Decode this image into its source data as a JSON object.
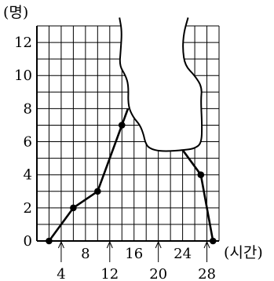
{
  "chart_data": {
    "type": "line",
    "title": "",
    "ylabel": "(명)",
    "xlabel": "(시간)",
    "xlim": [
      0,
      30
    ],
    "ylim": [
      0,
      13
    ],
    "grid": true,
    "y_ticks": [
      0,
      2,
      4,
      6,
      8,
      10,
      12
    ],
    "x_ticks_upper": [
      8,
      16,
      24
    ],
    "x_ticks_lower": [
      4,
      12,
      20,
      28
    ],
    "series": [
      {
        "segments": [
          [
            {
              "x": 2,
              "y": 0
            },
            {
              "x": 6,
              "y": 2
            },
            {
              "x": 10,
              "y": 3
            },
            {
              "x": 14,
              "y": 7
            },
            {
              "x": 15,
              "y": 8
            }
          ],
          [
            {
              "x": 24,
              "y": 5.5
            },
            {
              "x": 27,
              "y": 4
            },
            {
              "x": 29,
              "y": 0
            }
          ]
        ],
        "markers": [
          {
            "x": 2,
            "y": 0
          },
          {
            "x": 6,
            "y": 2
          },
          {
            "x": 10,
            "y": 3
          },
          {
            "x": 14,
            "y": 7
          },
          {
            "x": 27,
            "y": 4
          },
          {
            "x": 29,
            "y": 0
          }
        ]
      }
    ],
    "torn_region": {
      "left_edge": [
        {
          "x": 13.6,
          "y": 13.5
        },
        {
          "x": 14.0,
          "y": 12.7
        },
        {
          "x": 13.8,
          "y": 11.5
        },
        {
          "x": 13.6,
          "y": 10.6
        },
        {
          "x": 14.6,
          "y": 10.0
        },
        {
          "x": 15.1,
          "y": 9.4
        },
        {
          "x": 15.0,
          "y": 8.2
        },
        {
          "x": 15.8,
          "y": 7.5
        },
        {
          "x": 17.0,
          "y": 7.0
        },
        {
          "x": 17.6,
          "y": 6.4
        },
        {
          "x": 17.8,
          "y": 6.0
        },
        {
          "x": 18.4,
          "y": 5.6
        },
        {
          "x": 20.5,
          "y": 5.4
        },
        {
          "x": 24.5,
          "y": 5.5
        },
        {
          "x": 26.0,
          "y": 5.6
        },
        {
          "x": 27.1,
          "y": 5.9
        },
        {
          "x": 27.2,
          "y": 7.0
        },
        {
          "x": 27.0,
          "y": 8.5
        },
        {
          "x": 27.2,
          "y": 9.3
        },
        {
          "x": 26.0,
          "y": 10.0
        },
        {
          "x": 24.4,
          "y": 10.6
        },
        {
          "x": 24.0,
          "y": 11.6
        },
        {
          "x": 24.2,
          "y": 12.6
        },
        {
          "x": 24.9,
          "y": 13.5
        }
      ]
    }
  }
}
